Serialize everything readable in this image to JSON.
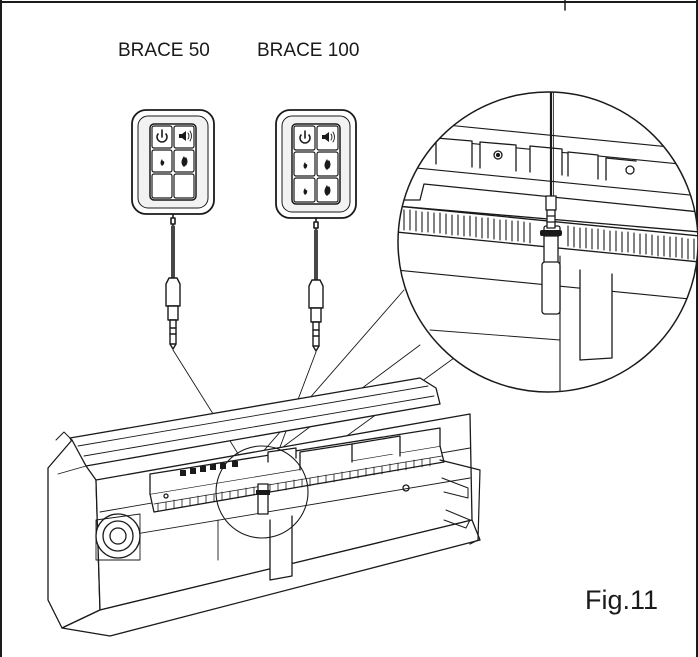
{
  "labels": {
    "model_a": "BRACE 50",
    "model_b": "BRACE 100",
    "figure": "Fig.11"
  },
  "remote_a_buttons": [
    "power-icon",
    "sound-icon",
    "flame-low-icon",
    "flame-high-icon",
    "blank",
    "blank"
  ],
  "remote_b_buttons": [
    "power-icon",
    "sound-icon",
    "flame-low-icon",
    "flame-high-icon",
    "flame-low-icon",
    "flame-high-icon"
  ],
  "colors": {
    "line": "#1a1a1a",
    "fill": "#ffffff",
    "panel": "#e6e6e6"
  }
}
